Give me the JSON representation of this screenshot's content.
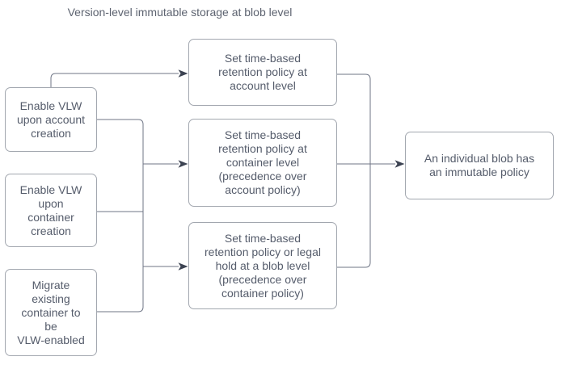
{
  "title": "Version-level immutable storage at blob level",
  "colors": {
    "background": "#FFFFFF",
    "box_border": "#A2A7AF",
    "box_text": "#555C6B",
    "edge": "#6F7686",
    "arrowhead": "#3C4352",
    "title_text": "#5D6370"
  },
  "boxes": {
    "enable_vlw_account": {
      "text": "Enable VLW\nupon account\ncreation"
    },
    "enable_vlw_container": {
      "text": "Enable VLW\nupon\ncontainer\ncreation"
    },
    "migrate_existing": {
      "text": "Migrate\nexisting\ncontainer to\nbe\nVLW-enabled"
    },
    "retention_account": {
      "text": "Set time-based\nretention policy at\naccount level"
    },
    "retention_container": {
      "text": "Set time-based\nretention policy at\ncontainer level\n(precedence over\naccount policy)"
    },
    "retention_blob": {
      "text": "Set time-based\nretention policy or legal\nhold at a blob level\n(precedence over\ncontainer policy)"
    },
    "blob_immutable": {
      "text": "An individual blob has\nan immutable policy"
    }
  },
  "edges": [
    {
      "from": "enable_vlw_account",
      "to": "retention_account",
      "arrow": true
    },
    {
      "from": "enable_vlw_account",
      "to": "left-collector",
      "arrow": false
    },
    {
      "from": "enable_vlw_container",
      "to": "left-collector",
      "arrow": false
    },
    {
      "from": "migrate_existing",
      "to": "left-collector",
      "arrow": false
    },
    {
      "from": "left-collector",
      "to": "retention_container",
      "arrow": true
    },
    {
      "from": "left-collector",
      "to": "retention_blob",
      "arrow": true
    },
    {
      "from": "retention_account",
      "to": "right-collector",
      "arrow": false
    },
    {
      "from": "retention_container",
      "to": "right-collector",
      "arrow": false
    },
    {
      "from": "retention_blob",
      "to": "right-collector",
      "arrow": false
    },
    {
      "from": "right-collector",
      "to": "blob_immutable",
      "arrow": true
    }
  ]
}
